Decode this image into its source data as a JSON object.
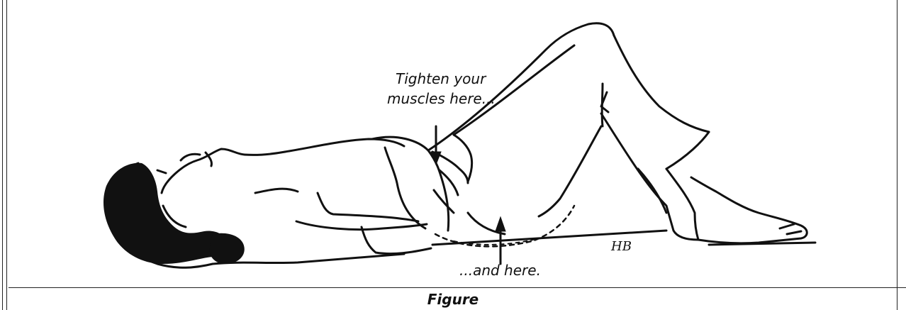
{
  "illustration": {
    "label_top_line1": "Tighten your",
    "label_top_line2": "muscles here...",
    "label_bottom": "...and here.",
    "artist_initials": "HB",
    "icon": "person-lying-pelvic-tilt-illustration"
  },
  "caption": "Figure",
  "colors": {
    "ink": "#111111",
    "background": "#ffffff"
  }
}
